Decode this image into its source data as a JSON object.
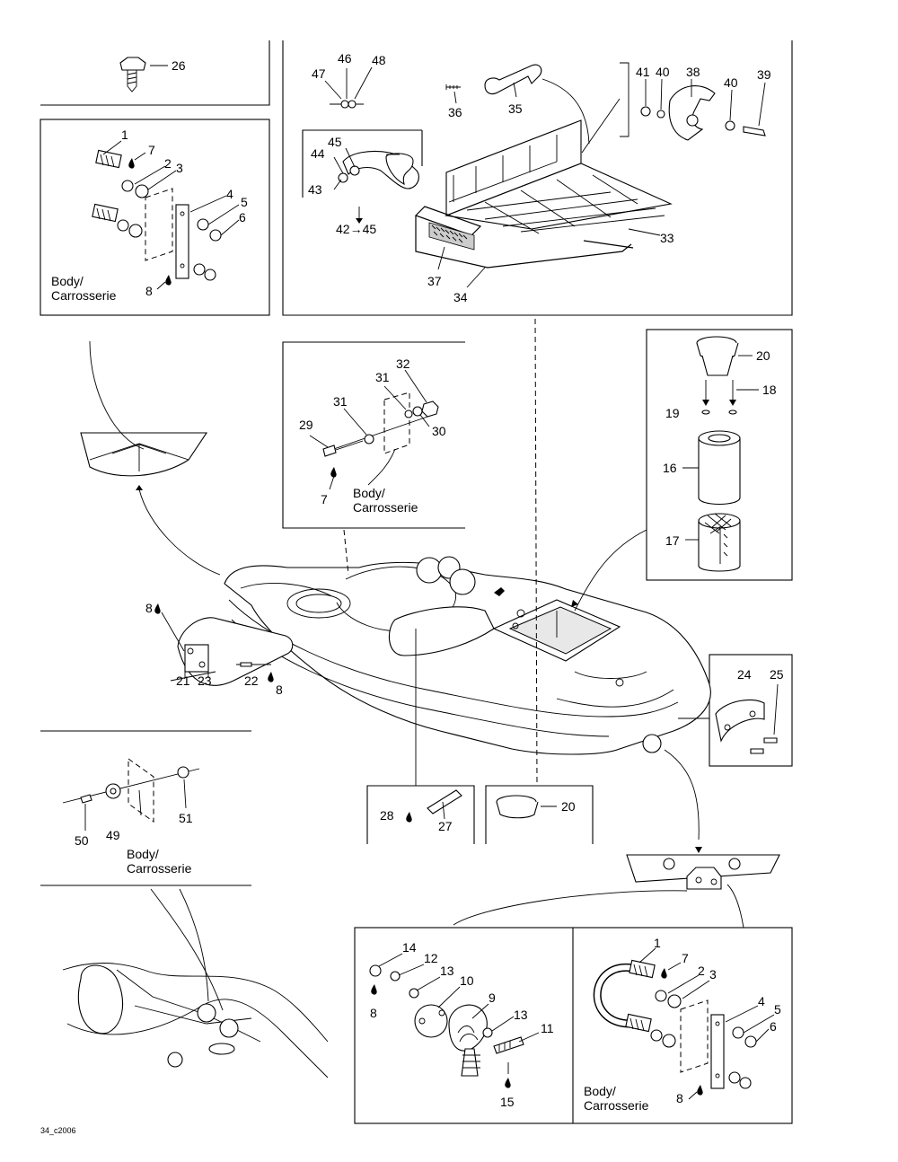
{
  "callouts": {
    "n1": "1",
    "n2": "2",
    "n3": "3",
    "n4": "4",
    "n5": "5",
    "n6": "6",
    "n7": "7",
    "n8": "8",
    "n9": "9",
    "n10": "10",
    "n11": "11",
    "n12": "12",
    "n13": "13",
    "n14": "14",
    "n15": "15",
    "n16": "16",
    "n17": "17",
    "n18": "18",
    "n19": "19",
    "n20": "20",
    "n21": "21",
    "n22": "22",
    "n23": "23",
    "n24": "24",
    "n25": "25",
    "n26": "26",
    "n27": "27",
    "n28": "28",
    "n29": "29",
    "n30": "30",
    "n31": "31",
    "n32": "32",
    "n33": "33",
    "n34": "34",
    "n35": "35",
    "n36": "36",
    "n37": "37",
    "n38": "38",
    "n39": "39",
    "n40": "40",
    "n41": "41",
    "n42_45": "42→45",
    "n43": "43",
    "n44": "44",
    "n45": "45",
    "n46": "46",
    "n47": "47",
    "n48": "48",
    "n49": "49",
    "n50": "50",
    "n51": "51"
  },
  "body_label_en": "Body/",
  "body_label_fr": "Carrosserie",
  "drawing_code": "34_c2006"
}
